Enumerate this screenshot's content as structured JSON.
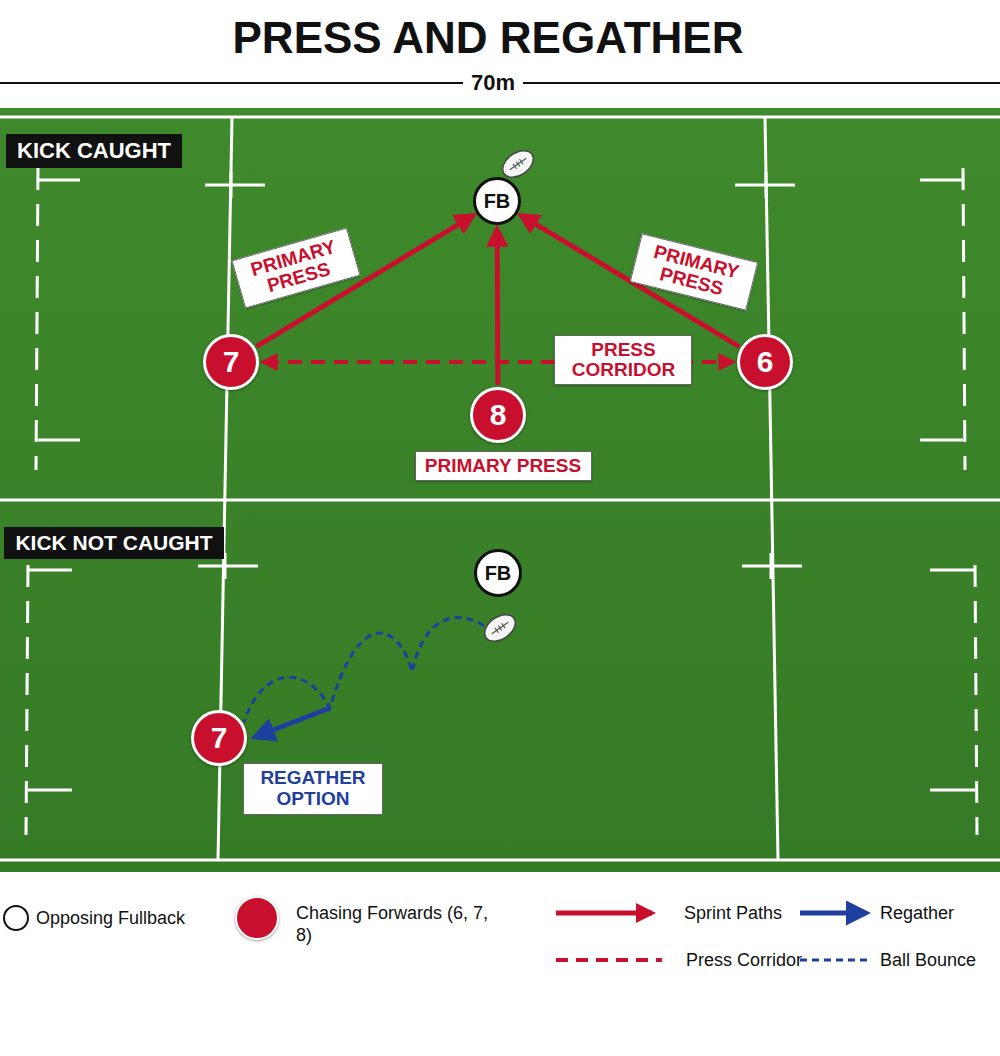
{
  "diagram": {
    "title": "PRESS AND REGATHER",
    "nodes": [
      {
        "text": [
          "KICK CAUGHT"
        ]
      },
      {
        "text": [
          "FB"
        ]
      },
      {
        "text": [
          "PRIMARY PRESS"
        ]
      },
      {
        "text": [
          "PRIMARY PRESS"
        ]
      },
      {
        "text": [
          "7"
        ]
      },
      {
        "text": [
          "6"
        ]
      },
      {
        "text": [
          "8"
        ]
      },
      {
        "text": [
          "PRIMARY PRESS"
        ]
      },
      {
        "text": [
          "KICK NOT CAUGHT"
        ]
      },
      {
        "text": [
          "FB"
        ]
      },
      {
        "text": [
          "7"
        ]
      },
      {
        "text": [
          "REGATHER OPTION"
        ]
      }
    ],
    "edges": [
      {
        "from": 4,
        "to": 1,
        "arrow": "to"
      },
      {
        "from": 6,
        "to": 1,
        "arrow": "to"
      },
      {
        "from": 5,
        "to": 1,
        "arrow": "to"
      },
      {
        "from": 4,
        "to": 5,
        "label": "PRESS CORRIDOR",
        "arrow": "both"
      }
    ],
    "labels": [
      "70m"
    ],
    "legend": [
      {
        "text": "Opposing Fullback"
      },
      {
        "text": "Chasing Forwards (6, 7, 8)",
        "color": "#c8102e"
      },
      {
        "text": "Sprint Paths"
      },
      {
        "text": "Regather"
      },
      {
        "text": "Press Corridor"
      },
      {
        "text": "Ball Bounce"
      }
    ]
  }
}
